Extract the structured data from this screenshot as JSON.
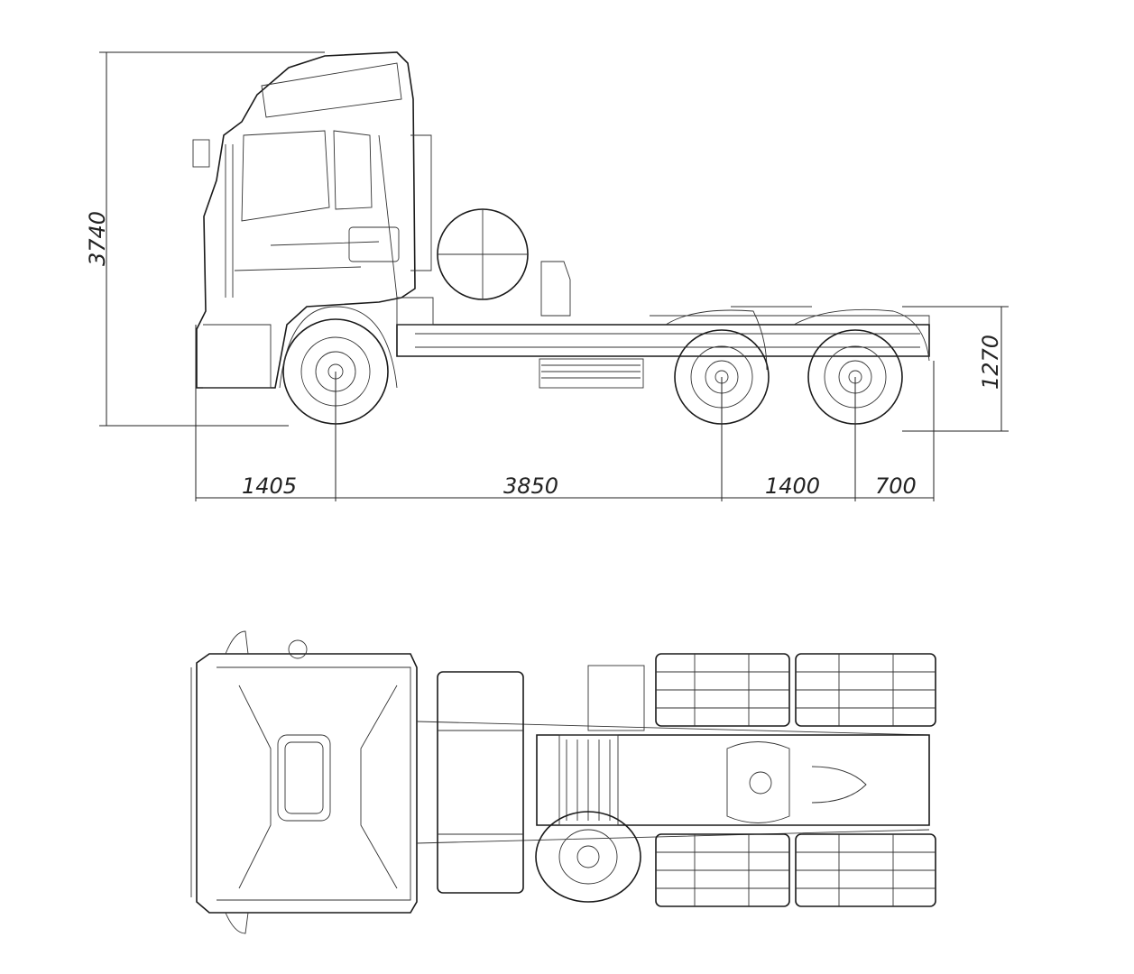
{
  "dimensions": {
    "overall_height": "3740",
    "fifth_wheel_height": "1270",
    "front_overhang": "1405",
    "wheelbase_front_to_rear": "3850",
    "tandem_spacing": "1400",
    "rear_overhang": "700"
  }
}
